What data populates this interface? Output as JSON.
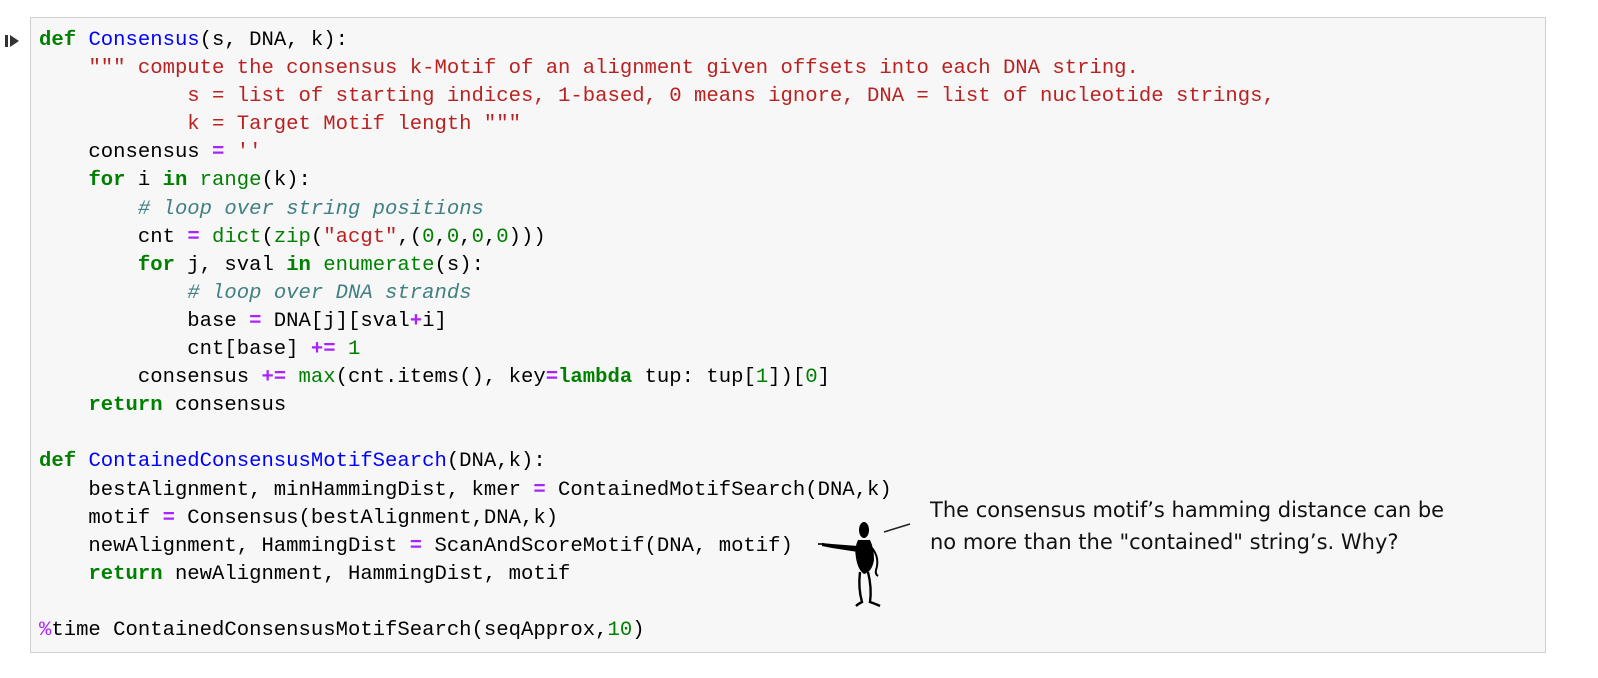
{
  "note": {
    "line1": "The consensus motif’s hamming distance can be",
    "line2": "no more than the \"contained\" string’s. Why?"
  },
  "code": [
    [
      {
        "t": "kw",
        "v": "def"
      },
      {
        "t": "",
        "v": " "
      },
      {
        "t": "fn",
        "v": "Consensus"
      },
      {
        "t": "",
        "v": "(s, DNA, k):"
      }
    ],
    [
      {
        "t": "",
        "v": "    "
      },
      {
        "t": "doc",
        "v": "\"\"\" compute the consensus k-Motif of an alignment given offsets into each DNA string."
      }
    ],
    [
      {
        "t": "doc",
        "v": "            s = list of starting indices, 1-based, 0 means ignore, DNA = list of nucleotide strings,"
      }
    ],
    [
      {
        "t": "doc",
        "v": "            k = Target Motif length \"\"\""
      }
    ],
    [
      {
        "t": "",
        "v": "    consensus "
      },
      {
        "t": "op",
        "v": "="
      },
      {
        "t": "",
        "v": " "
      },
      {
        "t": "str",
        "v": "''"
      }
    ],
    [
      {
        "t": "",
        "v": "    "
      },
      {
        "t": "kw",
        "v": "for"
      },
      {
        "t": "",
        "v": " i "
      },
      {
        "t": "kw",
        "v": "in"
      },
      {
        "t": "",
        "v": " "
      },
      {
        "t": "bi",
        "v": "range"
      },
      {
        "t": "",
        "v": "(k):"
      }
    ],
    [
      {
        "t": "",
        "v": "        "
      },
      {
        "t": "cm",
        "v": "# loop over string positions"
      }
    ],
    [
      {
        "t": "",
        "v": "        cnt "
      },
      {
        "t": "op",
        "v": "="
      },
      {
        "t": "",
        "v": " "
      },
      {
        "t": "bi",
        "v": "dict"
      },
      {
        "t": "",
        "v": "("
      },
      {
        "t": "bi",
        "v": "zip"
      },
      {
        "t": "",
        "v": "("
      },
      {
        "t": "str",
        "v": "\"acgt\""
      },
      {
        "t": "",
        "v": ",("
      },
      {
        "t": "num",
        "v": "0"
      },
      {
        "t": "",
        "v": ","
      },
      {
        "t": "num",
        "v": "0"
      },
      {
        "t": "",
        "v": ","
      },
      {
        "t": "num",
        "v": "0"
      },
      {
        "t": "",
        "v": ","
      },
      {
        "t": "num",
        "v": "0"
      },
      {
        "t": "",
        "v": ")))"
      }
    ],
    [
      {
        "t": "",
        "v": "        "
      },
      {
        "t": "kw",
        "v": "for"
      },
      {
        "t": "",
        "v": " j, sval "
      },
      {
        "t": "kw",
        "v": "in"
      },
      {
        "t": "",
        "v": " "
      },
      {
        "t": "bi",
        "v": "enumerate"
      },
      {
        "t": "",
        "v": "(s):"
      }
    ],
    [
      {
        "t": "",
        "v": "            "
      },
      {
        "t": "cm",
        "v": "# loop over DNA strands"
      }
    ],
    [
      {
        "t": "",
        "v": "            base "
      },
      {
        "t": "op",
        "v": "="
      },
      {
        "t": "",
        "v": " DNA[j][sval"
      },
      {
        "t": "op",
        "v": "+"
      },
      {
        "t": "",
        "v": "i]"
      }
    ],
    [
      {
        "t": "",
        "v": "            cnt[base] "
      },
      {
        "t": "op",
        "v": "+="
      },
      {
        "t": "",
        "v": " "
      },
      {
        "t": "num",
        "v": "1"
      }
    ],
    [
      {
        "t": "",
        "v": "        consensus "
      },
      {
        "t": "op",
        "v": "+="
      },
      {
        "t": "",
        "v": " "
      },
      {
        "t": "bi",
        "v": "max"
      },
      {
        "t": "",
        "v": "(cnt.items(), key"
      },
      {
        "t": "op",
        "v": "="
      },
      {
        "t": "kw",
        "v": "lambda"
      },
      {
        "t": "",
        "v": " tup: tup["
      },
      {
        "t": "num",
        "v": "1"
      },
      {
        "t": "",
        "v": "])["
      },
      {
        "t": "num",
        "v": "0"
      },
      {
        "t": "",
        "v": "]"
      }
    ],
    [
      {
        "t": "",
        "v": "    "
      },
      {
        "t": "kw",
        "v": "return"
      },
      {
        "t": "",
        "v": " consensus"
      }
    ],
    [],
    [
      {
        "t": "kw",
        "v": "def"
      },
      {
        "t": "",
        "v": " "
      },
      {
        "t": "fn",
        "v": "ContainedConsensusMotifSearch"
      },
      {
        "t": "",
        "v": "(DNA,k):"
      }
    ],
    [
      {
        "t": "",
        "v": "    bestAlignment, minHammingDist, kmer "
      },
      {
        "t": "op",
        "v": "="
      },
      {
        "t": "",
        "v": " ContainedMotifSearch(DNA,k)"
      }
    ],
    [
      {
        "t": "",
        "v": "    motif "
      },
      {
        "t": "op",
        "v": "="
      },
      {
        "t": "",
        "v": " Consensus(bestAlignment,DNA,k)"
      }
    ],
    [
      {
        "t": "",
        "v": "    newAlignment, HammingDist "
      },
      {
        "t": "op",
        "v": "="
      },
      {
        "t": "",
        "v": " ScanAndScoreMotif(DNA, motif)"
      }
    ],
    [
      {
        "t": "",
        "v": "    "
      },
      {
        "t": "kw",
        "v": "return"
      },
      {
        "t": "",
        "v": " newAlignment, HammingDist, motif"
      }
    ],
    [],
    [
      {
        "t": "magic",
        "v": "%"
      },
      {
        "t": "",
        "v": "time ContainedConsensusMotifSearch(seqApprox,"
      },
      {
        "t": "num",
        "v": "10"
      },
      {
        "t": "",
        "v": ")"
      }
    ]
  ]
}
